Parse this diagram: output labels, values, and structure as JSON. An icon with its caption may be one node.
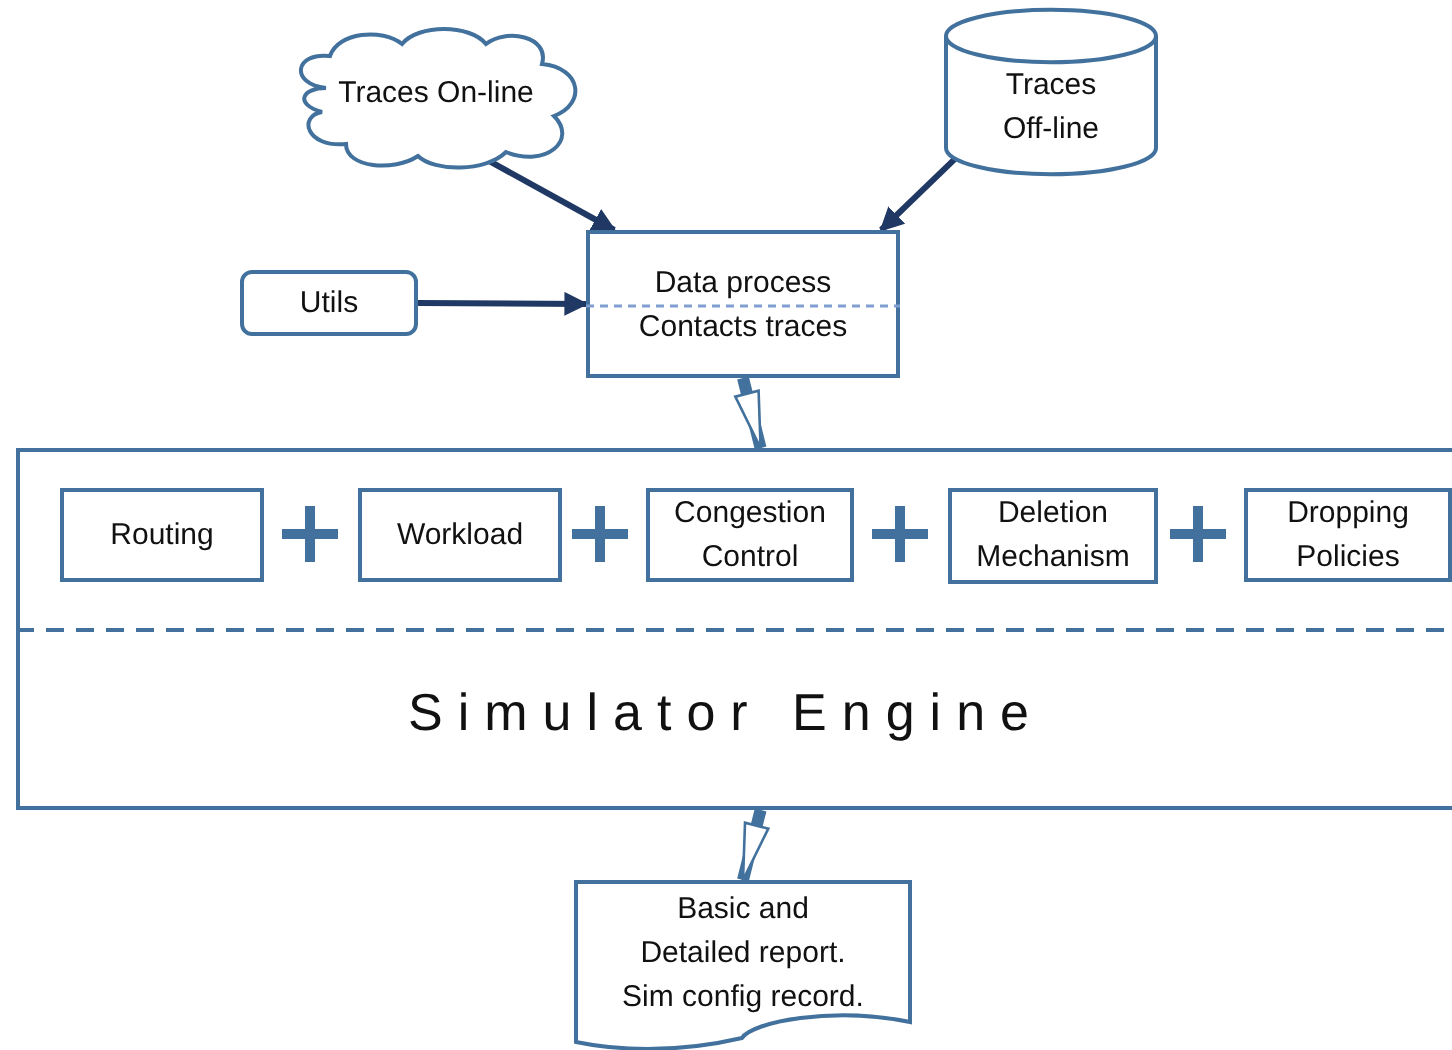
{
  "diagram": {
    "nodes": [
      {
        "text": [
          "Traces On-line"
        ]
      },
      {
        "text": [
          "Traces Off-line"
        ]
      },
      {
        "text": [
          "Utils"
        ]
      },
      {
        "text": [
          "Data process",
          "Contacts traces"
        ]
      },
      {
        "text": [
          "Simulator Engine"
        ]
      },
      {
        "text": [
          "Routing"
        ],
        "in": 4
      },
      {
        "text": [
          "Workload"
        ],
        "in": 4
      },
      {
        "text": [
          "Congestion Control"
        ],
        "in": 4
      },
      {
        "text": [
          "Deletion Mechanism"
        ],
        "in": 4
      },
      {
        "text": [
          "Dropping Policies"
        ],
        "in": 4
      },
      {
        "text": [
          "Basic and Detailed report. Sim config record."
        ]
      }
    ],
    "edges": [
      {
        "from": 0,
        "to": 3,
        "arrow": "to"
      },
      {
        "from": 1,
        "to": 3,
        "arrow": "to"
      },
      {
        "from": 2,
        "to": 3,
        "arrow": "to"
      },
      {
        "from": 3,
        "to": 4,
        "arrow": "to",
        "style": "thick",
        "color": "#41719c"
      },
      {
        "from": 4,
        "to": 10,
        "arrow": "to",
        "style": "thick",
        "color": "#41719c"
      }
    ]
  }
}
